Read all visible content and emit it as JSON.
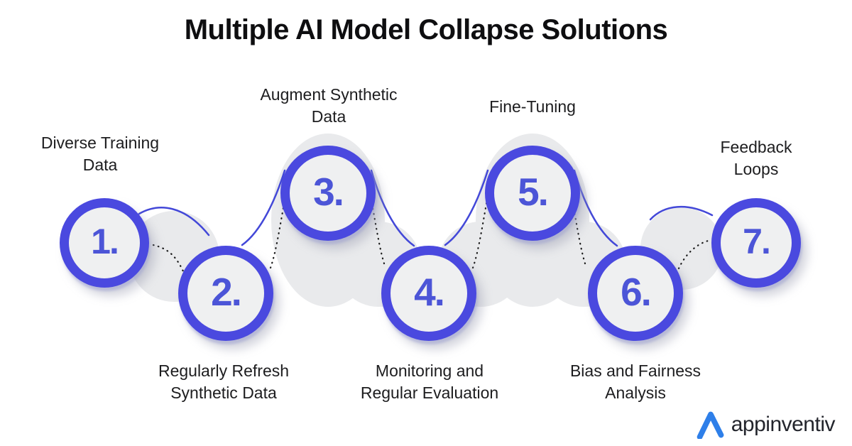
{
  "title": "Multiple AI Model Collapse Solutions",
  "steps": [
    {
      "number": "1.",
      "label": "Diverse Training Data",
      "label_position": "above"
    },
    {
      "number": "2.",
      "label": "Regularly Refresh Synthetic Data",
      "label_position": "below"
    },
    {
      "number": "3.",
      "label": "Augment Synthetic Data",
      "label_position": "above"
    },
    {
      "number": "4.",
      "label": "Monitoring and Regular Evaluation",
      "label_position": "below"
    },
    {
      "number": "5.",
      "label": "Fine-Tuning",
      "label_position": "above"
    },
    {
      "number": "6.",
      "label": "Bias and Fairness Analysis",
      "label_position": "below"
    },
    {
      "number": "7.",
      "label": "Feedback Loops",
      "label_position": "above"
    }
  ],
  "brand": {
    "name": "appinventiv",
    "logo_icon": "appinventiv-a-mark"
  },
  "colors": {
    "ring_blue": "#4A49DF",
    "number_blue": "#4C55D7",
    "band_gray": "#E9EAEC",
    "inner_gray": "#EFF0F1",
    "line_blue": "#4348D8",
    "dot_black": "#1A1A1A",
    "title_black": "#0E0E10",
    "label_black": "#1D1D1F",
    "logo_blue": "#2E7FE9",
    "logo_text": "#23252C",
    "background": "#FFFFFF"
  }
}
